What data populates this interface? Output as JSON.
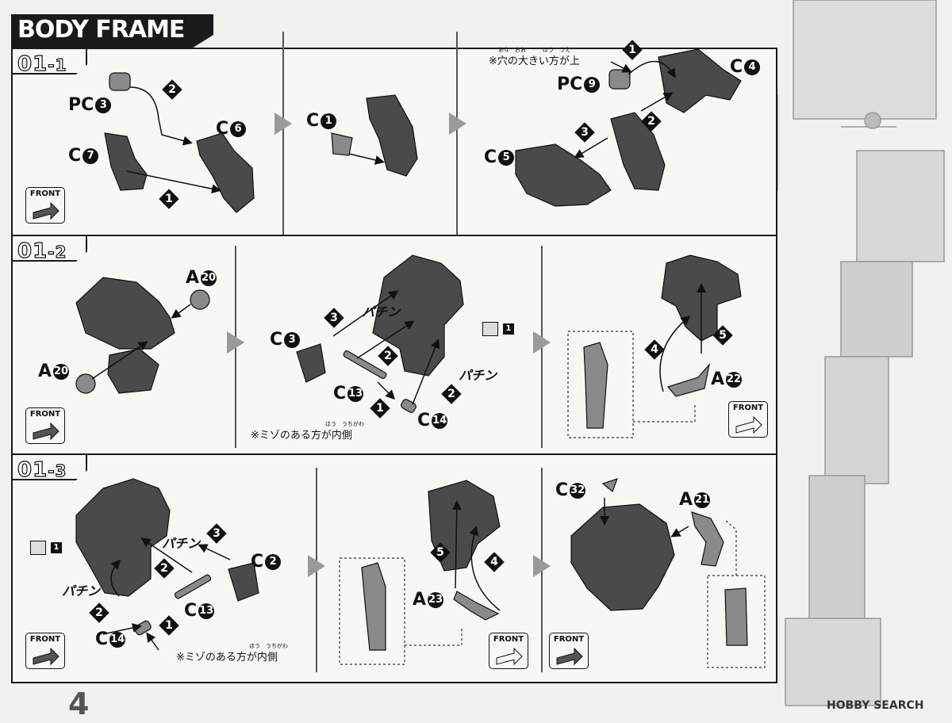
{
  "header": {
    "title": "BODY FRAME"
  },
  "steps": {
    "s1": {
      "label": "01",
      "sub": "-1"
    },
    "s2": {
      "label": "01",
      "sub": "-2"
    },
    "s3": {
      "label": "01",
      "sub": "-3"
    }
  },
  "front": "FRONT",
  "parts": {
    "pc3": {
      "prefix": "PC",
      "n": "3"
    },
    "c6": {
      "prefix": "C",
      "n": "6"
    },
    "c7": {
      "prefix": "C",
      "n": "7"
    },
    "c1": {
      "prefix": "C",
      "n": "1"
    },
    "c4": {
      "prefix": "C",
      "n": "4"
    },
    "pc9": {
      "prefix": "PC",
      "n": "9"
    },
    "c5": {
      "prefix": "C",
      "n": "5"
    },
    "a20a": {
      "prefix": "A",
      "n": "20"
    },
    "a20b": {
      "prefix": "A",
      "n": "20"
    },
    "c3": {
      "prefix": "C",
      "n": "3"
    },
    "c13a": {
      "prefix": "C",
      "n": "13"
    },
    "c14a": {
      "prefix": "C",
      "n": "14"
    },
    "a22": {
      "prefix": "A",
      "n": "22"
    },
    "c2": {
      "prefix": "C",
      "n": "2"
    },
    "c13b": {
      "prefix": "C",
      "n": "13"
    },
    "c14b": {
      "prefix": "C",
      "n": "14"
    },
    "a23": {
      "prefix": "A",
      "n": "23"
    },
    "c32": {
      "prefix": "C",
      "n": "32"
    },
    "a21": {
      "prefix": "A",
      "n": "21"
    }
  },
  "notes": {
    "hole": "※穴の大きい方が上",
    "hole_ruby": "あな　おお　　　ほう　うえ",
    "groove1": "※ミゾのある方が内側",
    "groove2": "※ミゾのある方が内側",
    "groove_ruby": "ほう　うちがわ"
  },
  "sfx": {
    "pachin": "パチン"
  },
  "ref_num": "1",
  "page": {
    "number": "4"
  },
  "watermark": "HOBBY SEARCH",
  "colors": {
    "part": "#4a4a4a",
    "part_light": "#8a8a8a",
    "frame": "#1a1a1a",
    "paper": "#f7f7f4",
    "arrow": "#9a9a9a"
  }
}
